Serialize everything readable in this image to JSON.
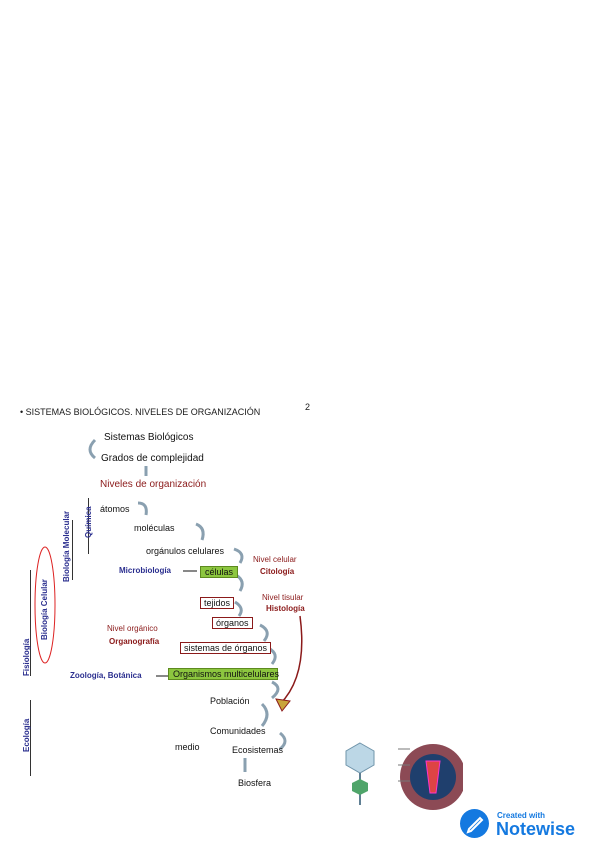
{
  "header": {
    "title": "• SISTEMAS BIOLÓGICOS. NIVELES DE ORGANIZACIÓN",
    "page_number": "2"
  },
  "diagram": {
    "nodes": {
      "sistemas": "Sistemas Biológicos",
      "grados": "Grados de complejidad",
      "niveles": "Niveles de organización",
      "atomos": "átomos",
      "moleculas": "moléculas",
      "organulos": "orgánulos celulares",
      "celulas": "células",
      "tejidos": "tejidos",
      "organos": "órganos",
      "sistemas_organos": "sistemas de órganos",
      "organismos": "Organismos multicelulares",
      "poblacion": "Población",
      "comunidades": "Comunidades",
      "medio": "medio",
      "ecosistemas": "Ecosistemas",
      "biosfera": "Biosfera"
    },
    "labels": {
      "nivel_celular": "Nivel celular",
      "citologia": "Citología",
      "nivel_tisular": "Nivel tisular",
      "histologia": "Histología",
      "nivel_organico": "Nivel orgánico",
      "organografia": "Organografía",
      "microbiologia": "Microbiología",
      "zoologia_botanica": "Zoología, Botánica"
    },
    "side_labels": {
      "quimica": "Química",
      "biologia_molecular": "Biología Molecular",
      "biologia_celular": "Biología Celular",
      "fisiologia": "Fisiología",
      "ecologia": "Ecología"
    }
  },
  "watermark": {
    "small": "Created with",
    "big": "Notewise"
  },
  "colors": {
    "dark_red": "#8b1a1a",
    "navy": "#2b2f8f",
    "green_fill": "#8cc63f",
    "notewise_blue": "#1479e0"
  }
}
